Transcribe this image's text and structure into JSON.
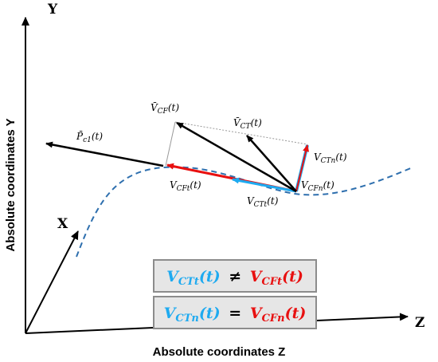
{
  "axes": {
    "y_letter": "Y",
    "z_letter": "Z",
    "x_letter": "X",
    "y_title": "Absolute coordinates Y",
    "z_title": "Absolute coordinates Z"
  },
  "labels": {
    "v_cf": {
      "main": "V̄",
      "sub": "CF",
      "arg": "(t)"
    },
    "v_ct": {
      "main": "V̄",
      "sub": "CT",
      "arg": "(t)"
    },
    "p_c1": {
      "main": "P̄",
      "sub": "c1",
      "arg": "(t)"
    },
    "v_ctn": {
      "main": "V",
      "sub": "CTn",
      "arg": "(t)"
    },
    "v_cfn": {
      "main": "V",
      "sub": "CFn",
      "arg": "(t)"
    },
    "v_cft": {
      "main": "V",
      "sub": "CFt",
      "arg": "(t)"
    },
    "v_ctt": {
      "main": "V",
      "sub": "CTt",
      "arg": "(t)"
    }
  },
  "equations": [
    {
      "lhs_main": "V",
      "lhs_sub": "CTt",
      "lhs_arg": "(t)",
      "op": "≠",
      "rhs_main": "V",
      "rhs_sub": "CFt",
      "rhs_arg": "(t)"
    },
    {
      "lhs_main": "V",
      "lhs_sub": "CTn",
      "lhs_arg": "(t)",
      "op": "=",
      "rhs_main": "V",
      "rhs_sub": "CFn",
      "rhs_arg": "(t)"
    }
  ],
  "colors": {
    "ct": "#1eaaf0",
    "cf": "#e81010",
    "black": "#000000",
    "curve": "#2e6fae",
    "box_fill": "#e6e6e6",
    "box_stroke": "#8c8c8c"
  }
}
